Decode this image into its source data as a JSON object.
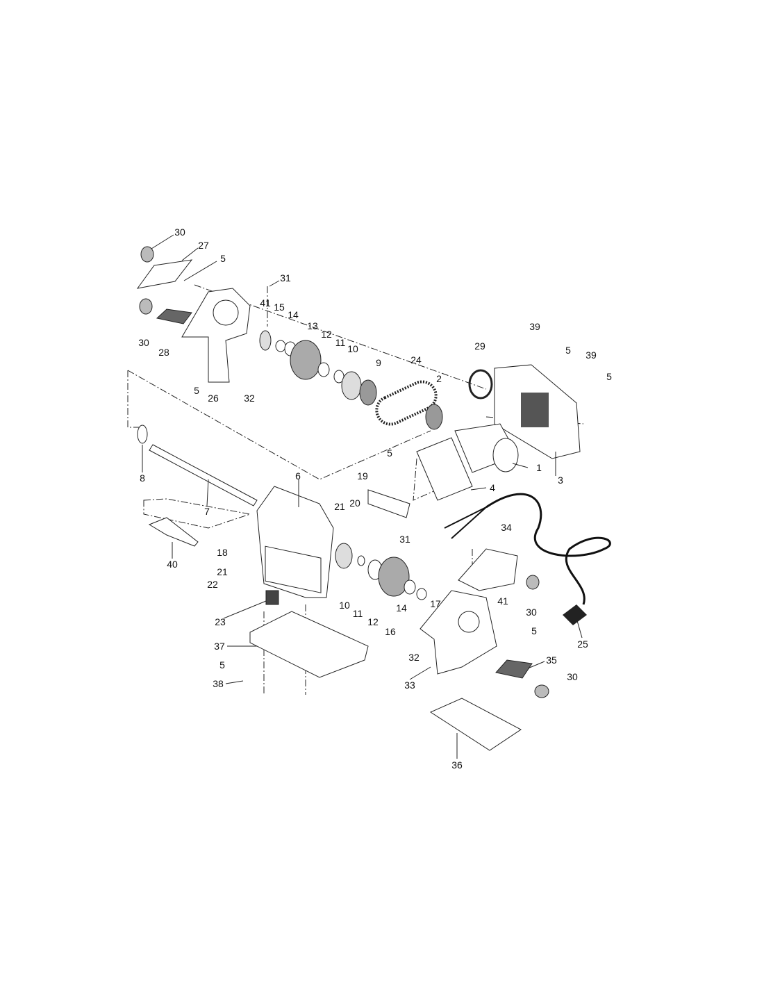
{
  "diagram": {
    "type": "exploded-parts-view",
    "part_labels": [
      "30",
      "27",
      "5",
      "31",
      "41",
      "15",
      "14",
      "13",
      "12",
      "11",
      "10",
      "9",
      "24",
      "2",
      "29",
      "39",
      "5",
      "39",
      "5",
      "30",
      "28",
      "5",
      "26",
      "32",
      "8",
      "7",
      "6",
      "19",
      "5",
      "1",
      "3",
      "4",
      "21",
      "20",
      "40",
      "18",
      "21",
      "22",
      "23",
      "10",
      "11",
      "12",
      "16",
      "14",
      "17",
      "31",
      "34",
      "41",
      "30",
      "5",
      "25",
      "37",
      "5",
      "38",
      "32",
      "33",
      "35",
      "30",
      "36"
    ]
  }
}
